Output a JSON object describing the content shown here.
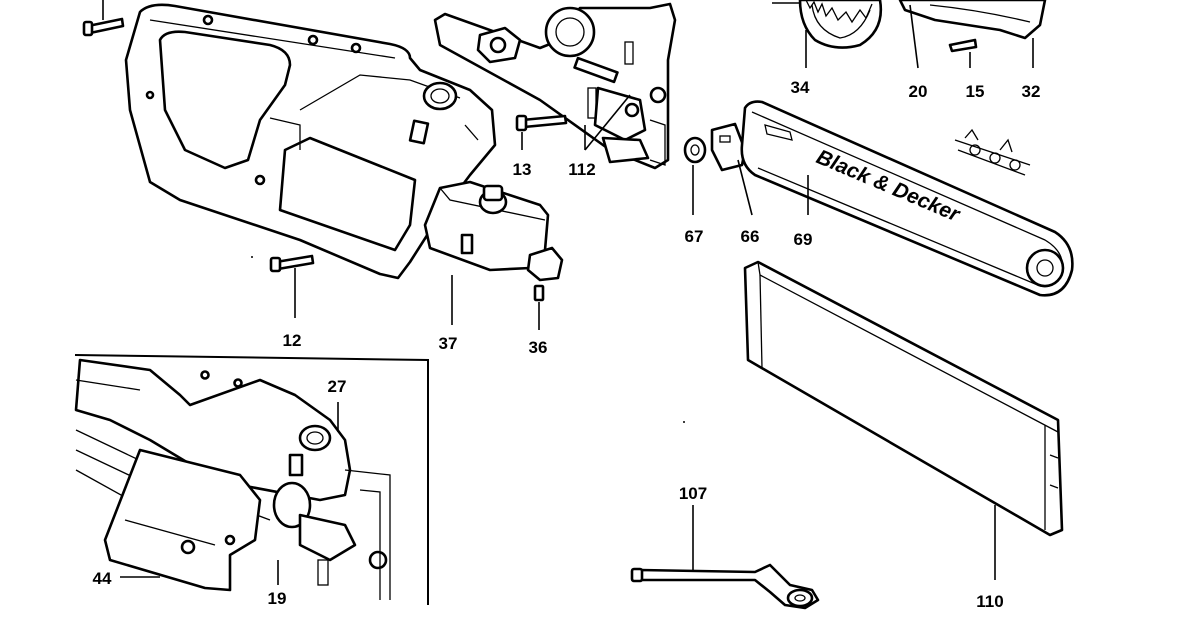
{
  "diagram": {
    "brand_text": "Black & Decker",
    "part_labels": {
      "p34": "34",
      "p20": "20",
      "p15": "15",
      "p32": "32",
      "p13": "13",
      "p112": "112",
      "p67": "67",
      "p66": "66",
      "p69": "69",
      "p12": "12",
      "p37": "37",
      "p36": "36",
      "p27": "27",
      "p107": "107",
      "p110": "110",
      "p44": "44",
      "p19": "19"
    }
  }
}
